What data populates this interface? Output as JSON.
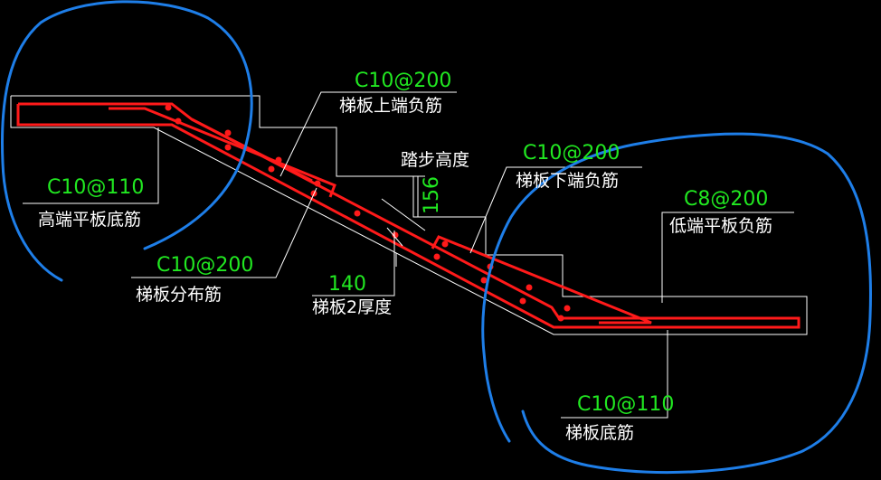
{
  "colors": {
    "background": "#000000",
    "rebar": "#ff1a1a",
    "outline": "#ffffff",
    "leader": "#ffffff",
    "spec_text": "#21e821",
    "desc_text": "#ffffff",
    "highlight": "#1e7ee8"
  },
  "labels": {
    "upper_neg": {
      "spec": "C10@200",
      "desc": "梯板上端负筋"
    },
    "high_bottom": {
      "spec": "C10@110",
      "desc": "高端平板底筋"
    },
    "distribution": {
      "spec": "C10@200",
      "desc": "梯板分布筋"
    },
    "thickness": {
      "value": "140",
      "desc": "梯板2厚度"
    },
    "step_height": {
      "desc": "踏步高度",
      "value": "156"
    },
    "lower_neg": {
      "spec": "C10@200",
      "desc": "梯板下端负筋"
    },
    "low_neg": {
      "spec": "C8@200",
      "desc": "低端平板负筋"
    },
    "bottom": {
      "spec": "C10@110",
      "desc": "梯板底筋"
    }
  }
}
